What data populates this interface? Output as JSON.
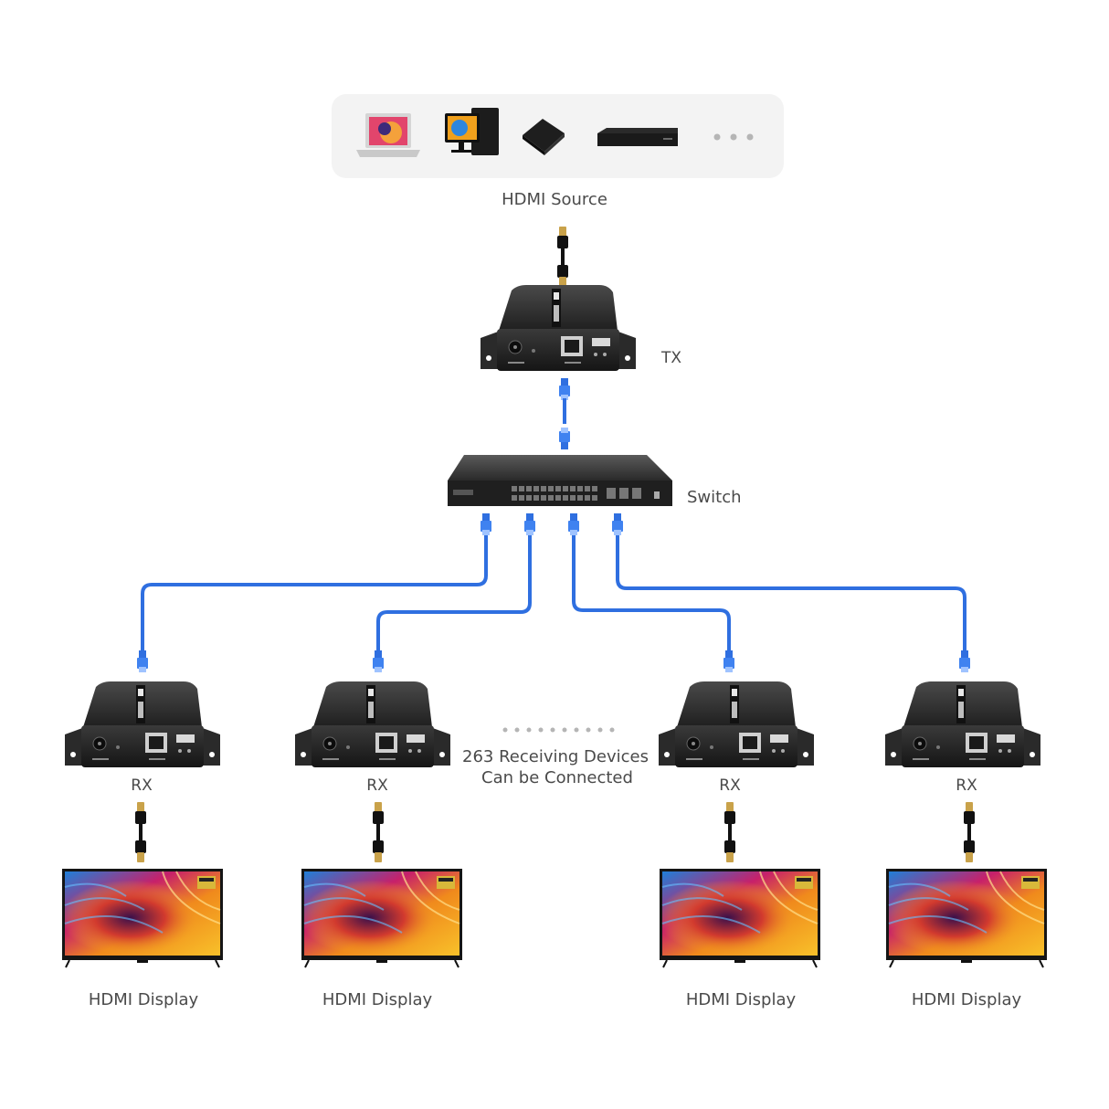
{
  "source": {
    "label": "HDMI Source",
    "devices": [
      "laptop-icon",
      "desktop-pc-icon",
      "tv-box-icon",
      "blu-ray-player-icon",
      "more-dots-icon"
    ]
  },
  "transmitter": {
    "label": "TX"
  },
  "switch": {
    "label": "Switch"
  },
  "receivers": [
    {
      "label": "RX",
      "display_label": "HDMI Display"
    },
    {
      "label": "RX",
      "display_label": "HDMI Display"
    },
    {
      "label": "RX",
      "display_label": "HDMI Display"
    },
    {
      "label": "RX",
      "display_label": "HDMI Display"
    }
  ],
  "note": {
    "line1": "263 Receiving Devices",
    "line2": "Can be Connected"
  },
  "colors": {
    "cable_blue": "#2f6fe0",
    "device_body": "#2c2c2c",
    "hdmi_gold": "#c9a24a",
    "source_panel": "#f3f3f3"
  }
}
